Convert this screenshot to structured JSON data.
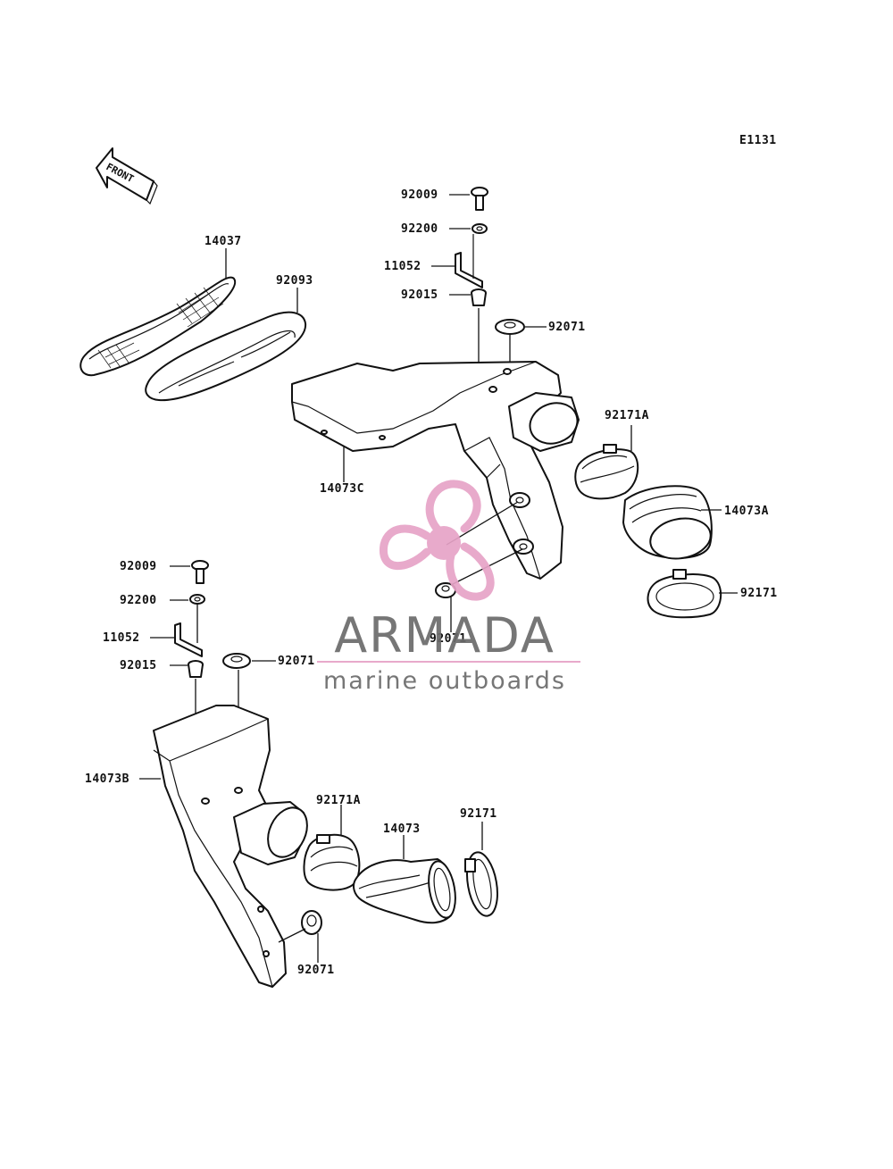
{
  "diagram_code": "E1131",
  "front_arrow": {
    "text": "FRONT"
  },
  "watermark": {
    "brand": "ARMADA",
    "tagline": "marine outboards",
    "pink": "#e7a3c7",
    "pink_dark": "#d88ab5",
    "gray": "#6b6b6b"
  },
  "labels": {
    "l14037": "14037",
    "l92093": "92093",
    "l92009_top": "92009",
    "l92200_top": "92200",
    "l11052_top": "11052",
    "l92015_top": "92015",
    "l92071_top": "92071",
    "l92171A_top": "92171A",
    "l14073A": "14073A",
    "l92171_top": "92171",
    "l14073C": "14073C",
    "l92071_mid": "92071",
    "l92009_bot": "92009",
    "l92200_bot": "92200",
    "l11052_bot": "11052",
    "l92015_bot": "92015",
    "l92071_bot": "92071",
    "l14073B": "14073B",
    "l92171A_bot": "92171A",
    "l14073": "14073",
    "l92171_bot": "92171",
    "l92071_low": "92071"
  }
}
